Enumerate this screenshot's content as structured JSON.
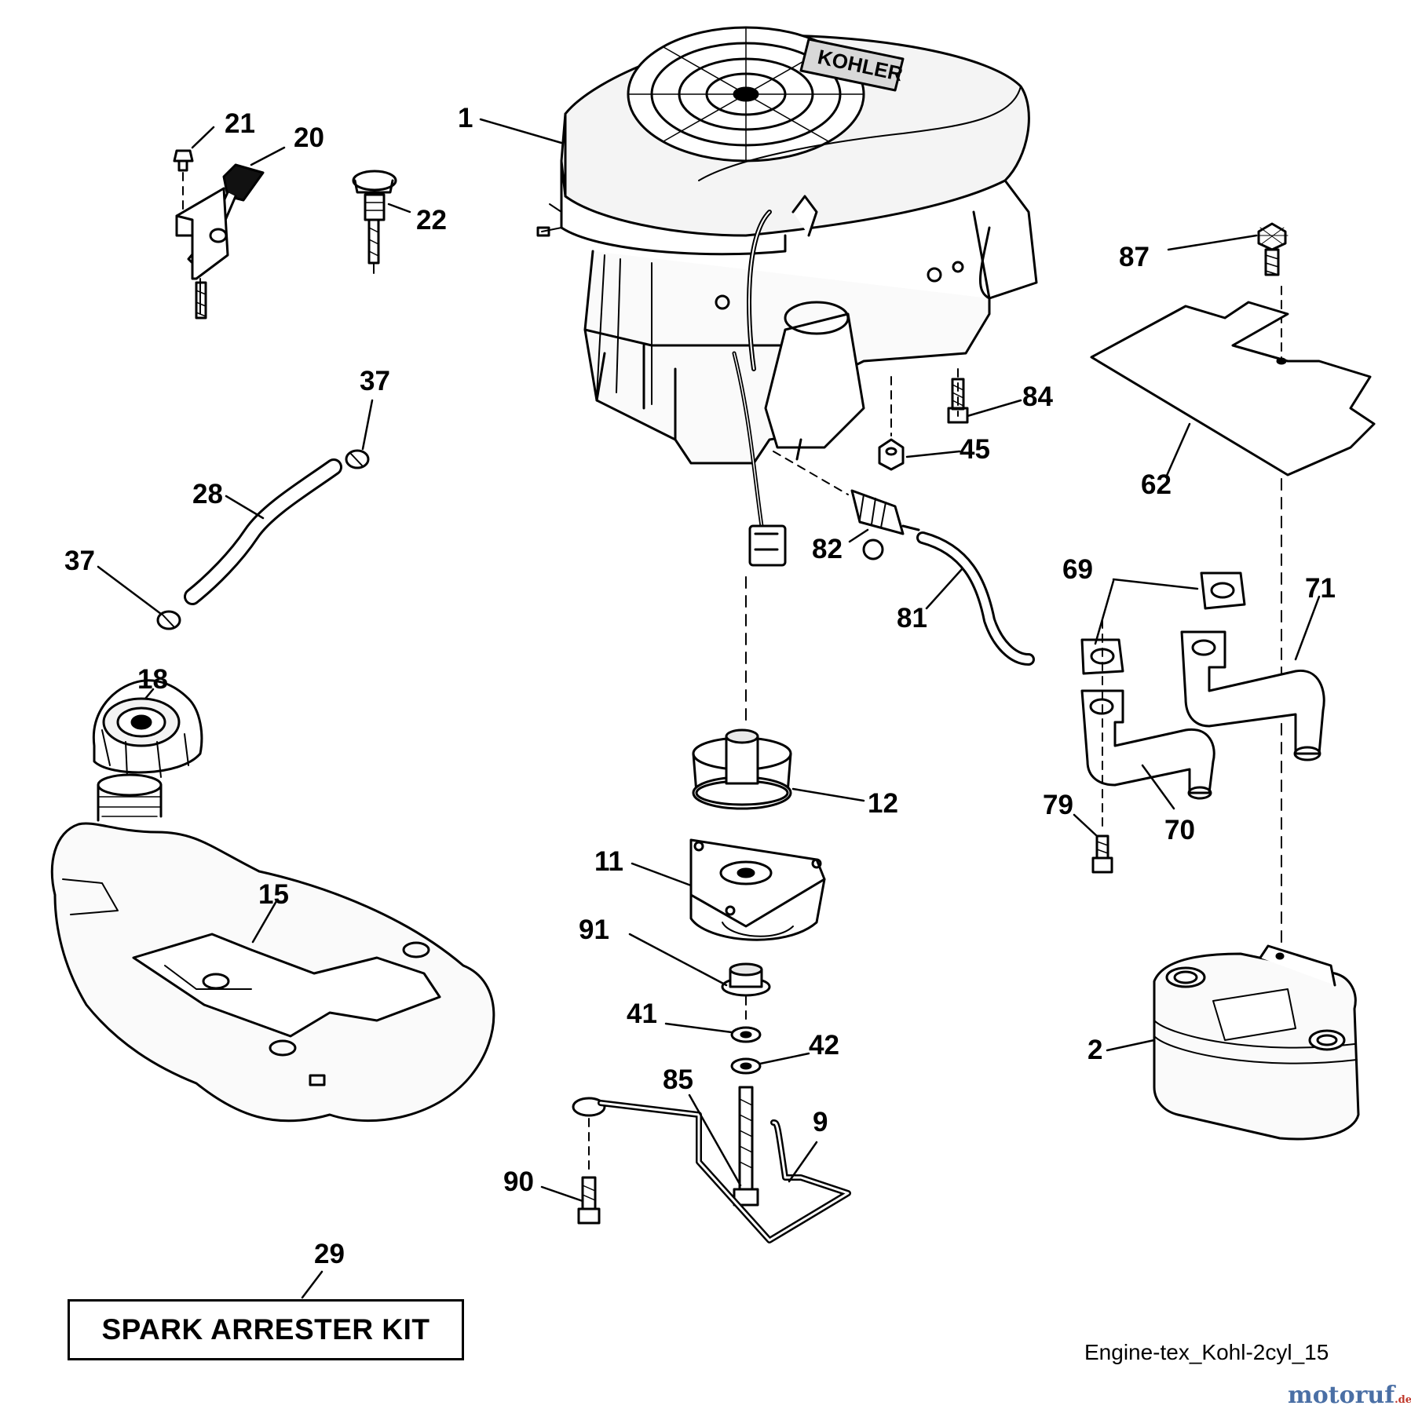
{
  "diagram": {
    "callouts": {
      "c1": "1",
      "c2": "2",
      "c9": "9",
      "c11": "11",
      "c12": "12",
      "c15": "15",
      "c18": "18",
      "c20": "20",
      "c21": "21",
      "c22": "22",
      "c28": "28",
      "c29": "29",
      "c37a": "37",
      "c37b": "37",
      "c41": "41",
      "c42": "42",
      "c45": "45",
      "c62": "62",
      "c69": "69",
      "c70": "70",
      "c71": "71",
      "c79": "79",
      "c81": "81",
      "c82": "82",
      "c84": "84",
      "c85": "85",
      "c87": "87",
      "c90": "90",
      "c91": "91"
    },
    "kit_label": "SPARK ARRESTER KIT",
    "diagram_id": "Engine-tex_Kohl-2cyl_15",
    "engine_brand": "KOHLER",
    "watermark": "motoruf",
    "watermark_suffix": ".de"
  }
}
